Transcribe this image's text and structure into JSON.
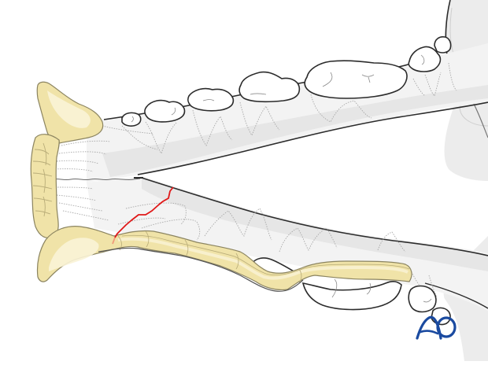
{
  "figure": {
    "subject": "Canine mandible, ventral view",
    "labels": {
      "logo": "AO"
    },
    "colors": {
      "background": "#ffffff",
      "bone_fill": "#f3f3f3",
      "bone_shade": "#e2e2e2",
      "outline": "#2b2b2b",
      "root_dotted": "#a8a8a8",
      "tooth_fill": "#ffffff",
      "symphysis_fill": "#f0e3a8",
      "symphysis_highlight": "#faf3d6",
      "symphysis_outline": "#8b8460",
      "fracture_line": "#e01818",
      "logo": "#1a4aa0"
    },
    "elements": {
      "upper_mandible_body": "Upper hemimandible with premolars and molars",
      "lower_mandible_body": "Lower hemimandible with highlighted (yellow) ventral cortex",
      "symphysis": "Mandibular symphysis (yellow)",
      "fracture": "Oblique fracture line (red) in lower hemimandible",
      "ramus": "Mandibular ramus at top right"
    }
  }
}
